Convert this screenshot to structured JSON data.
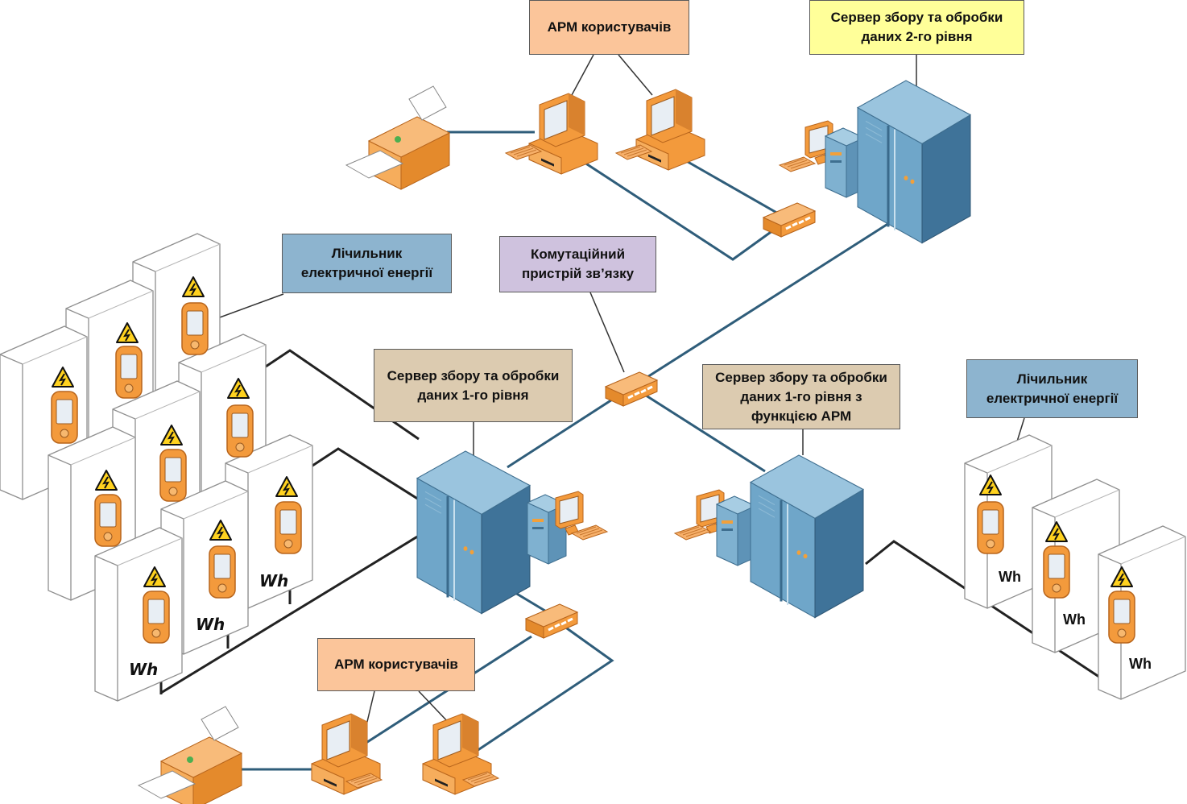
{
  "labels": {
    "arm_top": "АРМ користувачів",
    "server_level2": "Сервер збору та обробки\nданих 2-го рівня",
    "meter_left": "Лічильник\nелектричної енергії",
    "comm_device": "Комутаційний\nпристрій зв’язку",
    "server_level1": "Сервер збору та обробки\nданих 1-го рівня",
    "server_level1_arm": "Сервер збору та обробки\nданих 1-го рівня з\nфункцією АРМ",
    "meter_right": "Лічильник\nелектричної енергії",
    "arm_bottom": "АРМ користувачів"
  },
  "meter_unit": "Wh",
  "colors": {
    "orange_device": "#f39a3c",
    "server_blue": "#6a9fc0",
    "network_line": "#2f5d7a",
    "meter_line": "#222222",
    "label_orange": "#fbc59a",
    "label_yellow": "#ffff99",
    "label_blue": "#8db4cf",
    "label_purple": "#cfc2de",
    "label_tan": "#dccbb0"
  },
  "icons": [
    "printer-icon",
    "workstation-icon",
    "server-rack-icon",
    "network-switch-icon",
    "electric-meter-cabinet-icon",
    "high-voltage-warning-icon"
  ]
}
